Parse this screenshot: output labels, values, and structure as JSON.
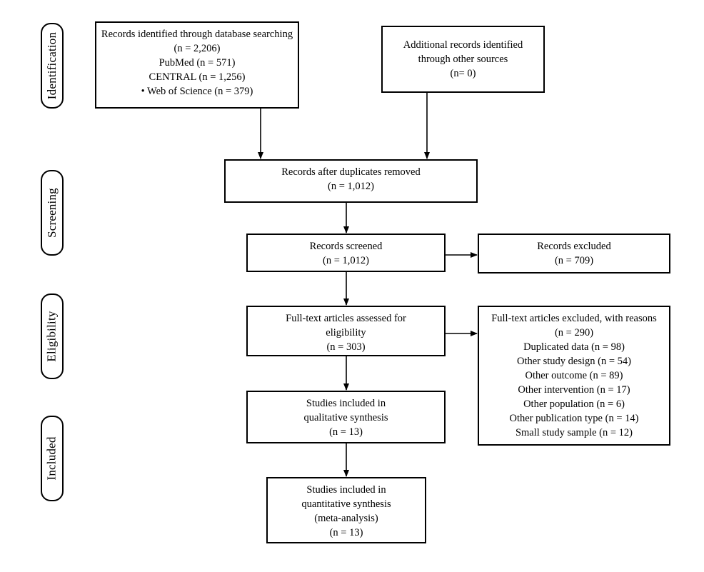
{
  "phases": {
    "identification": "Identification",
    "screening": "Screening",
    "eligibility": "Eligibility",
    "included": "Included"
  },
  "boxes": {
    "database_search": [
      "Records identified through database searching",
      "(n = 2,206)",
      "PubMed (n = 571)",
      "CENTRAL (n = 1,256)",
      "• Web of Science (n = 379)"
    ],
    "other_sources": [
      "Additional records identified",
      "through other sources",
      "(n= 0)"
    ],
    "duplicates_removed": [
      "Records after duplicates removed",
      "(n = 1,012)"
    ],
    "records_screened": [
      "Records screened",
      "(n = 1,012)"
    ],
    "records_excluded": [
      "Records excluded",
      "(n = 709)"
    ],
    "fulltext_assessed": [
      "Full-text articles assessed for",
      "eligibility",
      "(n = 303)"
    ],
    "fulltext_excluded": [
      "Full-text articles excluded, with reasons",
      "(n = 290)",
      "Duplicated data (n = 98)",
      "Other study design (n = 54)",
      "Other outcome (n = 89)",
      "Other intervention (n = 17)",
      "Other population (n = 6)",
      "Other publication type (n = 14)",
      "Small study sample (n = 12)"
    ],
    "qualitative": [
      "Studies included in",
      "qualitative synthesis",
      "(n = 13)"
    ],
    "quantitative": [
      "Studies included in",
      "quantitative synthesis",
      "(meta-analysis)",
      "(n = 13)"
    ]
  }
}
